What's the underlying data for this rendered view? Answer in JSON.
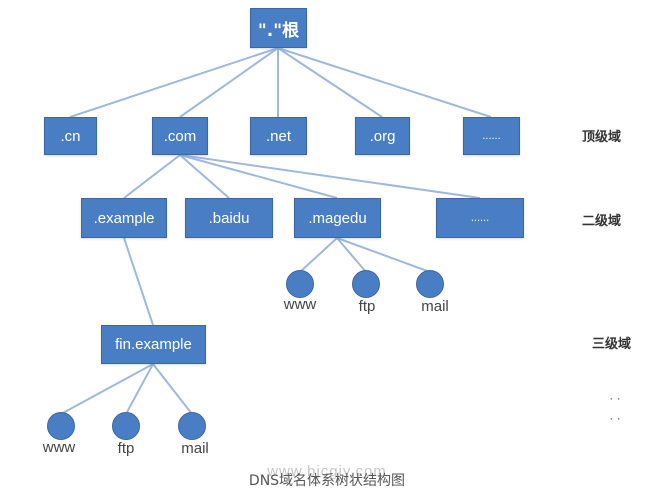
{
  "colors": {
    "node_fill": "#4a7ec4",
    "node_border": "#3a66a3",
    "edge": "#9fb8dc"
  },
  "root": {
    "label": "\".\"根"
  },
  "tld": {
    "level_label": "顶级域",
    "nodes": [
      ".cn",
      ".com",
      ".net",
      ".org",
      "......"
    ]
  },
  "second": {
    "level_label": "二级域",
    "nodes": [
      ".example",
      ".baidu",
      ".magedu",
      "......"
    ],
    "magedu_hosts": [
      "www",
      "ftp",
      "mail"
    ]
  },
  "third": {
    "level_label": "三级域",
    "node": "fin.example",
    "hosts": [
      "www",
      "ftp",
      "mail"
    ],
    "continuation": "· · · ·"
  },
  "caption": "DNS域名体系树状结构图",
  "watermark": "www.bjcgjy.com"
}
